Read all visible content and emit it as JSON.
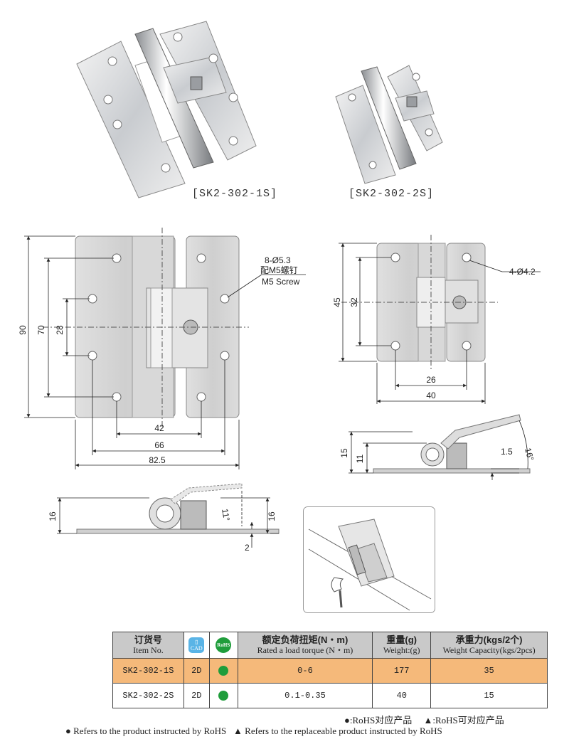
{
  "products": {
    "large_caption": "[SK2-302-1S]",
    "small_caption": "[SK2-302-2S]"
  },
  "large_drawing": {
    "dims": {
      "overall_height": "90",
      "hole_span_outer": "70",
      "hole_span_inner": "28",
      "hole_width_inner": "42",
      "hole_width_outer": "66",
      "overall_width": "82.5"
    },
    "hole_note_line1": "8-Ø5.3",
    "hole_note_line2": "配M5螺钉",
    "hole_note_line3": "M5 Screw"
  },
  "small_drawing": {
    "dims": {
      "overall_height": "45",
      "hole_span": "32",
      "hole_width": "26",
      "overall_width": "40"
    },
    "hole_note": "4-Ø4.2"
  },
  "large_side": {
    "dims": {
      "height_left": "16",
      "height_right": "16",
      "thickness": "2",
      "angle": "11°"
    }
  },
  "small_side": {
    "dims": {
      "height_total": "15",
      "height_body": "11",
      "thickness": "1.5",
      "angle": "16°"
    }
  },
  "table": {
    "headers": [
      {
        "cn": "订货号",
        "en": "Item No."
      },
      {
        "cn": "",
        "en": "CAD"
      },
      {
        "cn": "",
        "en": "RoHS"
      },
      {
        "cn": "额定负荷扭矩(N・m)",
        "en": "Rated a load torque (N・m)"
      },
      {
        "cn": "重量(g)",
        "en": "Weight:(g)"
      },
      {
        "cn": "承重力(kgs/2个)",
        "en": "Weight Capacity(kgs/2pcs)"
      }
    ],
    "rows": [
      {
        "item": "SK2-302-1S",
        "cad": "2D",
        "torque": "0-6",
        "weight": "177",
        "capacity": "35"
      },
      {
        "item": "SK2-302-2S",
        "cad": "2D",
        "torque": "0.1-0.35",
        "weight": "40",
        "capacity": "15"
      }
    ]
  },
  "legend": {
    "line1_a": "●:RoHS对应产品",
    "line1_b": "▲:RoHS可对应产品",
    "line2_a": "● Refers to the product instructed by RoHS",
    "line2_b": "▲ Refers to the replaceable product instructed by RoHS"
  },
  "colors": {
    "rohs_green": "#1f9d3b",
    "highlight_row": "#f5b97a",
    "header_gray": "#c9c9c9",
    "cad_blue": "#5ab4e6"
  }
}
